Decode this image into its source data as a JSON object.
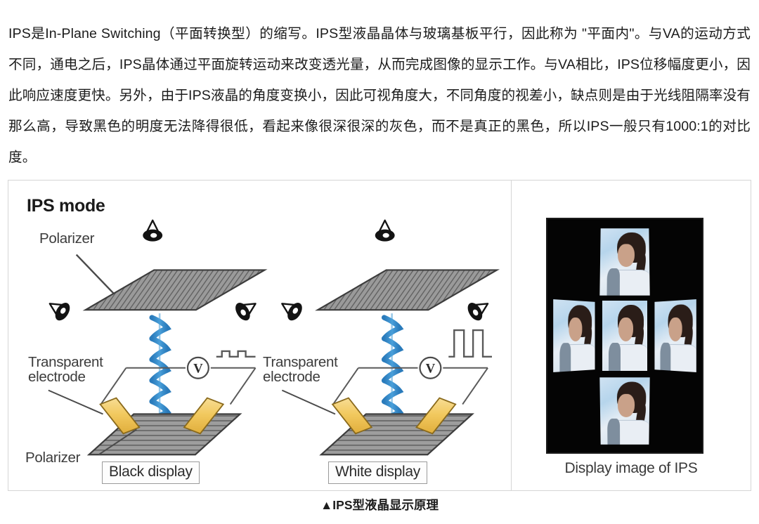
{
  "article": {
    "paragraph": "IPS是In-Plane Switching（平面转换型）的缩写。IPS型液晶晶体与玻璃基板平行，因此称为 \"平面内\"。与VA的运动方式不同，通电之后，IPS晶体通过平面旋转运动来改变透光量，从而完成图像的显示工作。与VA相比，IPS位移幅度更小，因此响应速度更快。另外，由于IPS液晶的角度变换小，因此可视角度大，不同角度的视差小，缺点则是由于光线阻隔率没有那么高，导致黑色的明度无法降得很低，看起来像很深很深的灰色，而不是真正的黑色，所以IPS一般只有1000:1的对比度。"
  },
  "figure": {
    "caption": "▲IPS型液晶显示原理",
    "diagram_panel": {
      "title": "IPS mode",
      "labels": {
        "polarizer_top": "Polarizer",
        "polarizer_bottom": "Polarizer",
        "transparent_electrode_left": "Transparent\nelectrode",
        "transparent_electrode_right": "Transparent\nelectrode"
      },
      "states": {
        "left": "Black display",
        "right": "White display"
      },
      "meter_symbol": "V",
      "viewer_icons": [
        "eye-top",
        "eye-left",
        "eye-right"
      ],
      "waveform_left": "low-amplitude-square-wave",
      "waveform_right": "high-amplitude-square-wave",
      "colors": {
        "liquid_crystal": "#2f86c8",
        "electrode": "#f0c860",
        "polarizer_fill": "#8e8e8e",
        "outline": "#3a3a3a"
      }
    },
    "photo_panel": {
      "caption": "Display image of IPS",
      "background": "#040404",
      "thumbnails": [
        {
          "position": "top"
        },
        {
          "position": "left"
        },
        {
          "position": "center"
        },
        {
          "position": "right"
        },
        {
          "position": "bottom"
        }
      ]
    }
  }
}
